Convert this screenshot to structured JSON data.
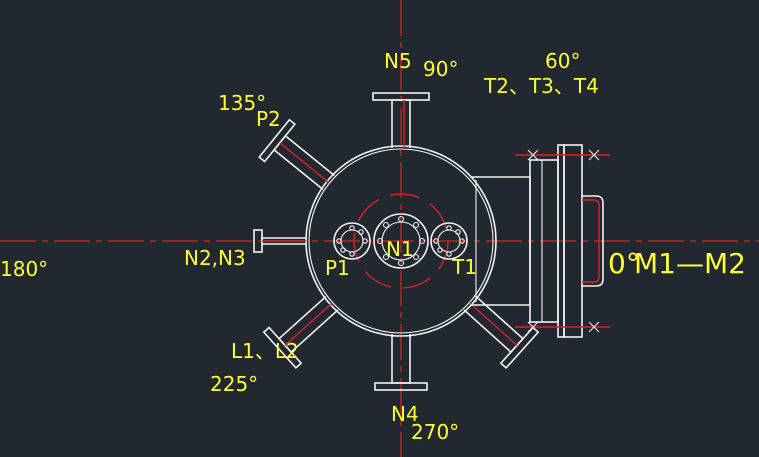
{
  "drawing": {
    "background": "#212830",
    "line_color": "#f2f2f2",
    "center_line_color": "#e02020",
    "label_color": "#ffff33"
  },
  "labels": {
    "n5": "N5",
    "deg_90": "90°",
    "deg_60": "60°",
    "t2_t3_t4": "T2、T3、T4",
    "deg_135": "135°",
    "p2": "P2",
    "n2_n3": "N2,N3",
    "deg_180": "180°",
    "p1": "P1",
    "n1": "N1",
    "t1": "T1",
    "deg_0": "0°",
    "m1_m2": "M1—M2",
    "l1_l2": "L1、L2",
    "deg_225": "225°",
    "n4": "N4",
    "deg_270": "270°"
  }
}
